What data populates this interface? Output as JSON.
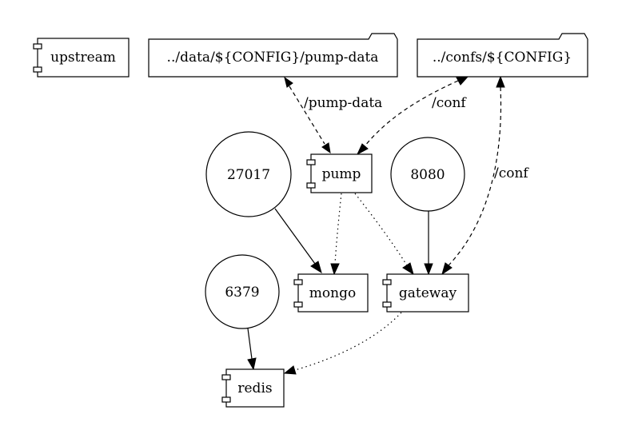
{
  "nodes": {
    "upstream": "upstream",
    "pump_data_dir": "../data/${CONFIG}/pump-data",
    "confs_dir": "../confs/${CONFIG}",
    "pump": "pump",
    "mongo": "mongo",
    "gateway": "gateway",
    "redis": "redis",
    "port_27017": "27017",
    "port_8080": "8080",
    "port_6379": "6379"
  },
  "edges": [
    {
      "id": "pump_data_to_pump",
      "from": "pump_data_dir",
      "to": "pump",
      "label": "/pump-data",
      "style": "dashed",
      "direction": "both"
    },
    {
      "id": "confs_to_pump",
      "from": "confs_dir",
      "to": "pump",
      "label": "/conf",
      "style": "dashed",
      "direction": "both"
    },
    {
      "id": "confs_to_gateway",
      "from": "confs_dir",
      "to": "gateway",
      "label": "/conf",
      "style": "dashed",
      "direction": "both"
    },
    {
      "id": "port_27017_to_mongo",
      "from": "port_27017",
      "to": "mongo",
      "label": "",
      "style": "solid",
      "direction": "forward"
    },
    {
      "id": "port_8080_to_gateway",
      "from": "port_8080",
      "to": "gateway",
      "label": "",
      "style": "solid",
      "direction": "forward"
    },
    {
      "id": "port_6379_to_redis",
      "from": "port_6379",
      "to": "redis",
      "label": "",
      "style": "solid",
      "direction": "forward"
    },
    {
      "id": "pump_to_mongo",
      "from": "pump",
      "to": "mongo",
      "label": "",
      "style": "dotted",
      "direction": "forward"
    },
    {
      "id": "pump_to_gateway",
      "from": "pump",
      "to": "gateway",
      "label": "",
      "style": "dotted",
      "direction": "forward"
    },
    {
      "id": "gateway_to_redis",
      "from": "gateway",
      "to": "redis",
      "label": "",
      "style": "dotted",
      "direction": "forward"
    }
  ]
}
